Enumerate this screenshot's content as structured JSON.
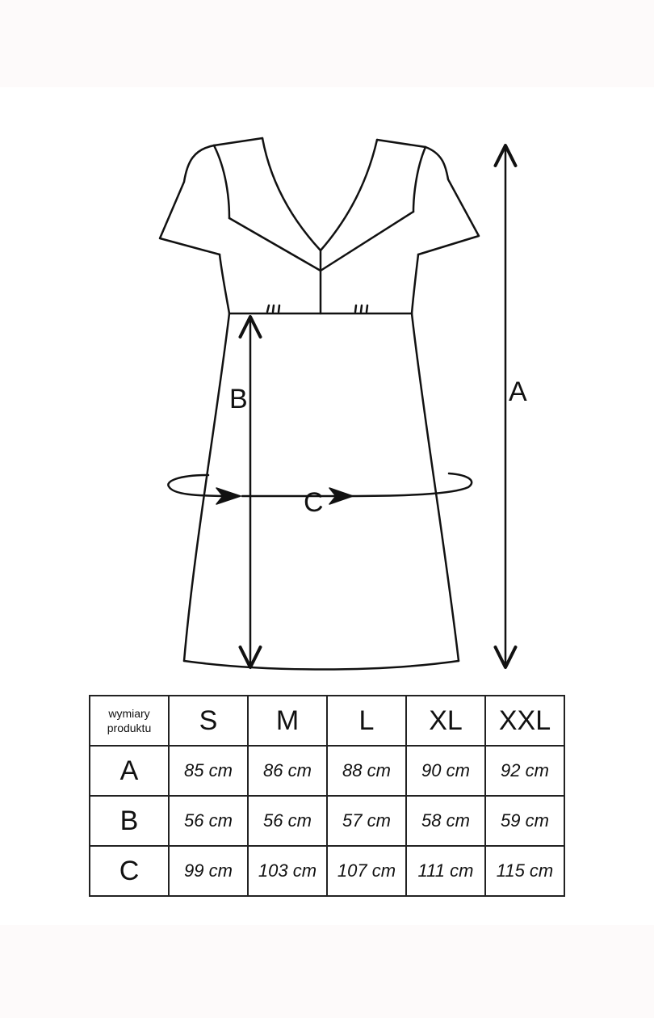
{
  "diagram": {
    "labels": {
      "a": "A",
      "b": "B",
      "c": "C"
    }
  },
  "table": {
    "header_line1": "wymiary",
    "header_line2": "produktu",
    "sizes": [
      "S",
      "M",
      "L",
      "XL",
      "XXL"
    ],
    "rows": [
      {
        "name": "A",
        "values": [
          "85 cm",
          "86 cm",
          "88 cm",
          "90 cm",
          "92 cm"
        ]
      },
      {
        "name": "B",
        "values": [
          "56 cm",
          "56 cm",
          "57 cm",
          "58 cm",
          "59 cm"
        ]
      },
      {
        "name": "C",
        "values": [
          "99 cm",
          "103 cm",
          "107 cm",
          "111 cm",
          "115 cm"
        ]
      }
    ]
  },
  "colors": {
    "line": "#111111",
    "background": "#ffffff",
    "band": "#fdfafa"
  }
}
